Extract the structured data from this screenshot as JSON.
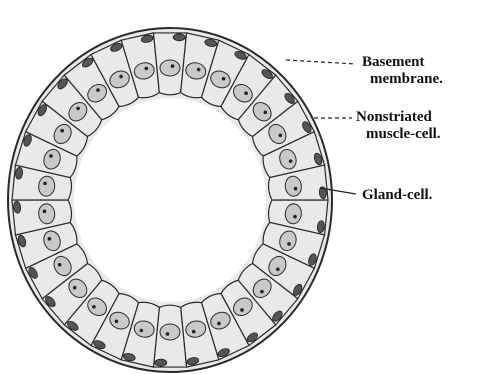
{
  "figure": {
    "labels": {
      "basement_line1": "Basement",
      "basement_line2": "membrane.",
      "muscle_line1": "Nonstriated",
      "muscle_line2": "muscle-cell.",
      "gland": "Gland-cell."
    },
    "colors": {
      "cell_fill": "#e9e9e9",
      "cell_outline": "#2a2a2a",
      "nucleus": "#c9c9c9",
      "muscle_nucleus": "#555555",
      "lumen": "#ffffff"
    }
  }
}
